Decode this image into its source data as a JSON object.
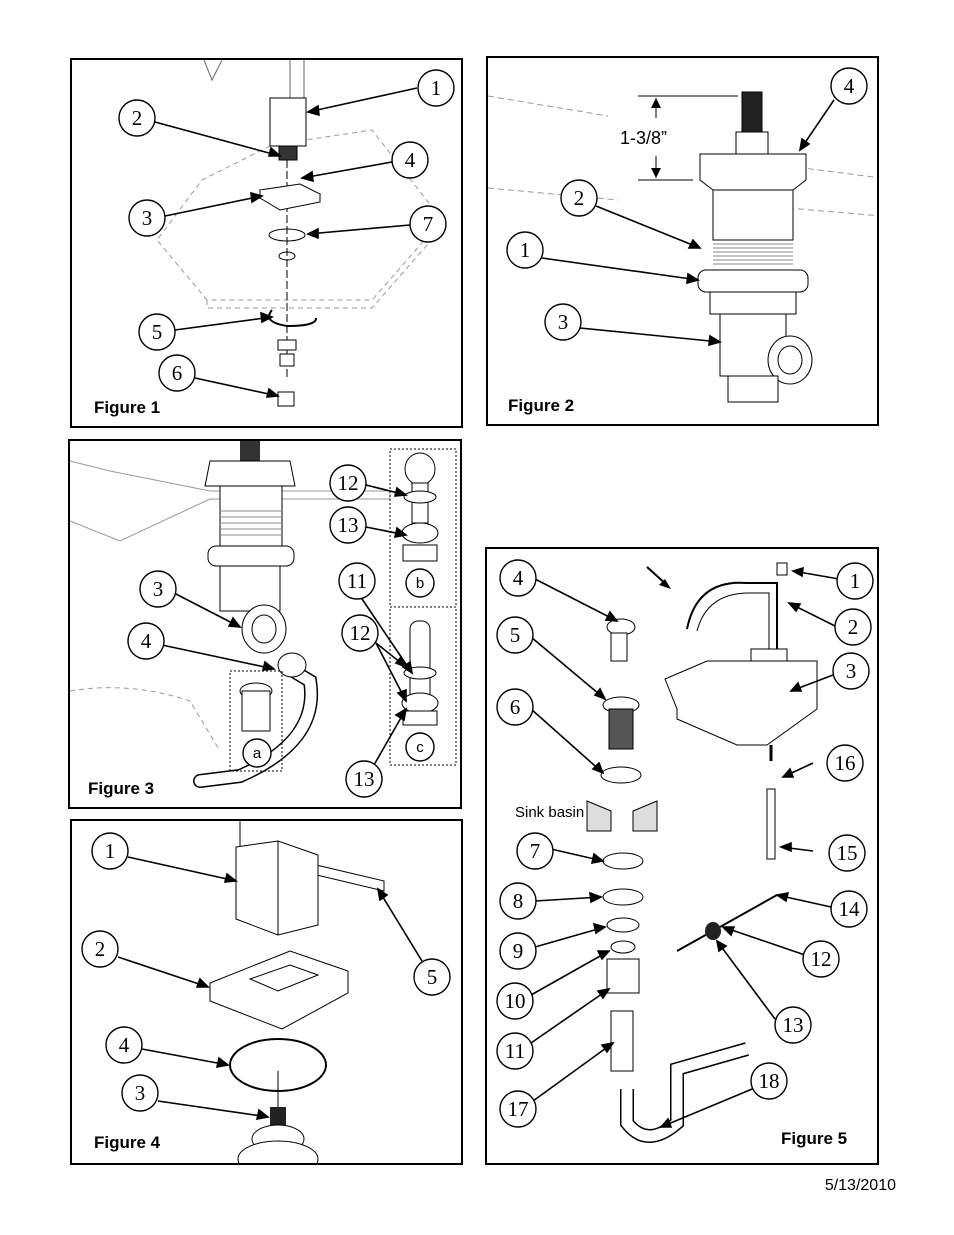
{
  "figure1": {
    "caption": "Figure 1",
    "callouts": [
      "1",
      "2",
      "3",
      "4",
      "5",
      "6",
      "7"
    ]
  },
  "figure2": {
    "caption": "Figure 2",
    "dimension": "1-3/8”",
    "callouts": [
      "1",
      "2",
      "3",
      "4"
    ]
  },
  "figure3": {
    "caption": "Figure 3",
    "callouts": [
      "3",
      "4",
      "11",
      "12",
      "12",
      "13",
      "13"
    ],
    "insets": [
      "a",
      "b",
      "c"
    ]
  },
  "figure4": {
    "caption": "Figure 4",
    "callouts": [
      "1",
      "2",
      "3",
      "4",
      "5"
    ]
  },
  "figure5": {
    "caption": "Figure 5",
    "sink_label": "Sink basin",
    "callouts": [
      "1",
      "2",
      "3",
      "4",
      "5",
      "6",
      "7",
      "8",
      "9",
      "10",
      "11",
      "12",
      "13",
      "14",
      "15",
      "16",
      "17",
      "18"
    ]
  },
  "footer": {
    "date": "5/13/2010"
  }
}
